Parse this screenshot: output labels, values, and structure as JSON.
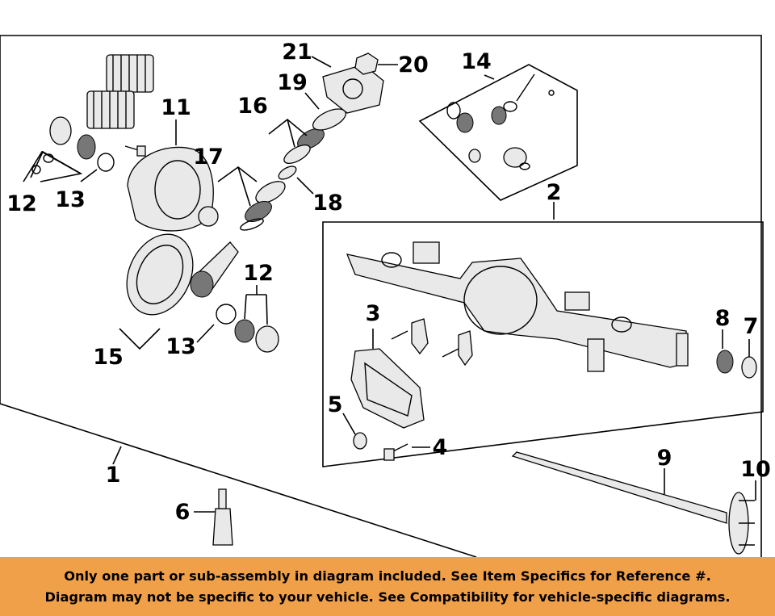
{
  "callouts": {
    "c1": "1",
    "c2": "2",
    "c3": "3",
    "c4": "4",
    "c5": "5",
    "c6": "6",
    "c7": "7",
    "c8": "8",
    "c9": "9",
    "c10": "10",
    "c11": "11",
    "c12a": "12",
    "c12b": "12",
    "c13a": "13",
    "c13b": "13",
    "c14": "14",
    "c15": "15",
    "c16": "16",
    "c17": "17",
    "c18": "18",
    "c19": "19",
    "c20": "20",
    "c21": "21"
  },
  "banner": {
    "line1": "Only one part or sub-assembly in diagram included. See Item Specifics for Reference #.",
    "line2": "Diagram may not be specific to your vehicle. See Compatibility for vehicle-specific diagrams."
  },
  "colors": {
    "banner_bg": "#f0a048",
    "line": "#000000",
    "background": "#ffffff"
  }
}
